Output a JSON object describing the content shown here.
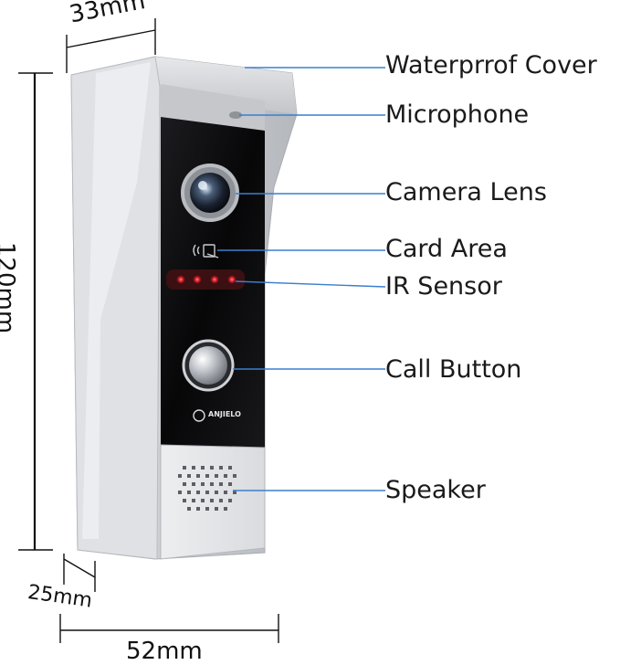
{
  "dimensions": {
    "depth_top": "33mm",
    "height": "120mm",
    "depth_bottom": "25mm",
    "width": "52mm"
  },
  "callouts": [
    {
      "id": "waterproof-cover",
      "label": "Waterprrof Cover"
    },
    {
      "id": "microphone",
      "label": "Microphone"
    },
    {
      "id": "camera-lens",
      "label": "Camera Lens"
    },
    {
      "id": "card-area",
      "label": "Card Area"
    },
    {
      "id": "ir-sensor",
      "label": "IR Sensor"
    },
    {
      "id": "call-button",
      "label": "Call Button"
    },
    {
      "id": "speaker",
      "label": "Speaker"
    }
  ],
  "brand": {
    "logo_text": "ANJIELO"
  },
  "colors": {
    "leader_line": "#3a7fd0",
    "dimension_line": "#111111",
    "housing": "#d4d6da",
    "panel": "#0c0c0e",
    "ir_led": "#d0202a"
  }
}
